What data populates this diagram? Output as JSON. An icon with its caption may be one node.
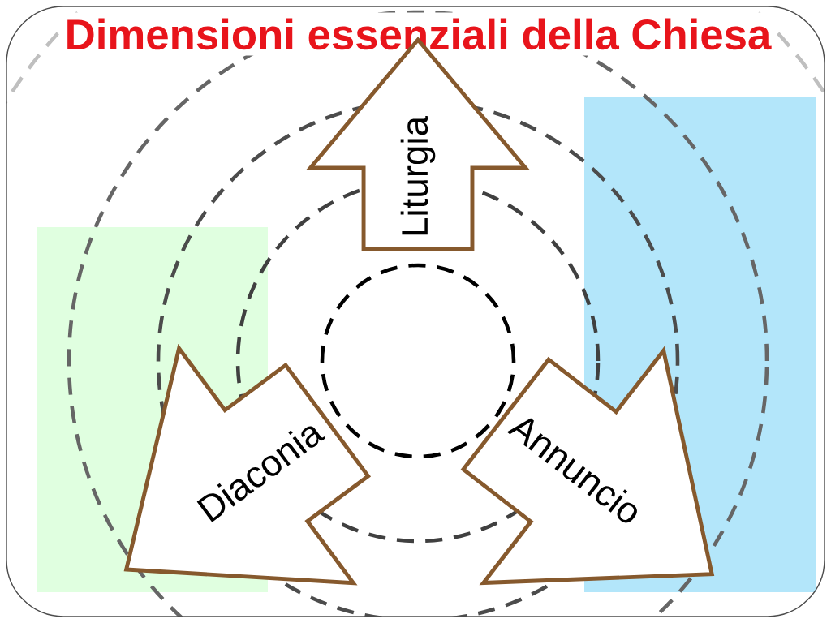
{
  "diagram": {
    "title": "Dimensioni essenziali della Chiesa",
    "nodes": [
      {
        "text": [
          "Liturgia"
        ]
      },
      {
        "text": [
          "Diaconia"
        ]
      },
      {
        "text": [
          "Annuncio"
        ]
      }
    ]
  }
}
